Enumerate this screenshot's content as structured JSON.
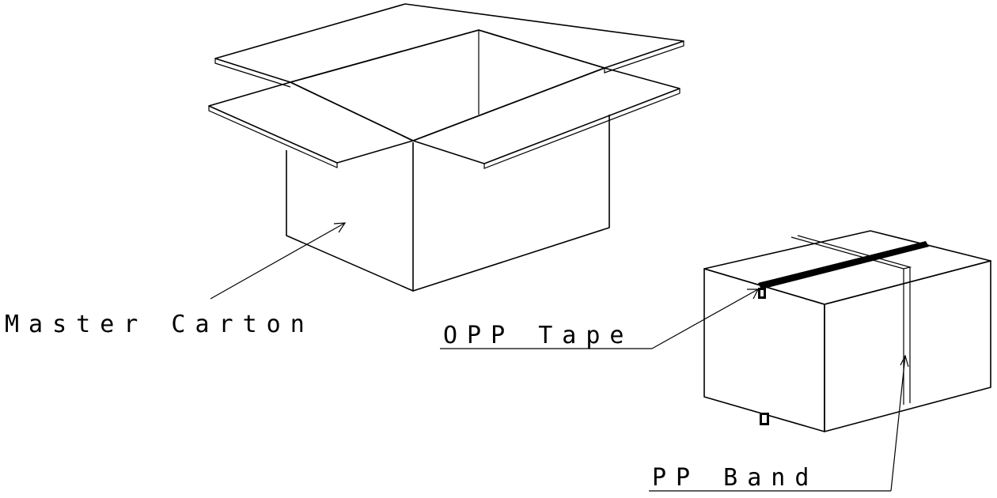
{
  "labels": {
    "master_carton": "Master Carton",
    "opp_tape": "OPP Tape",
    "pp_band": "PP Band"
  },
  "colors": {
    "line": "#000000",
    "background": "#ffffff"
  }
}
